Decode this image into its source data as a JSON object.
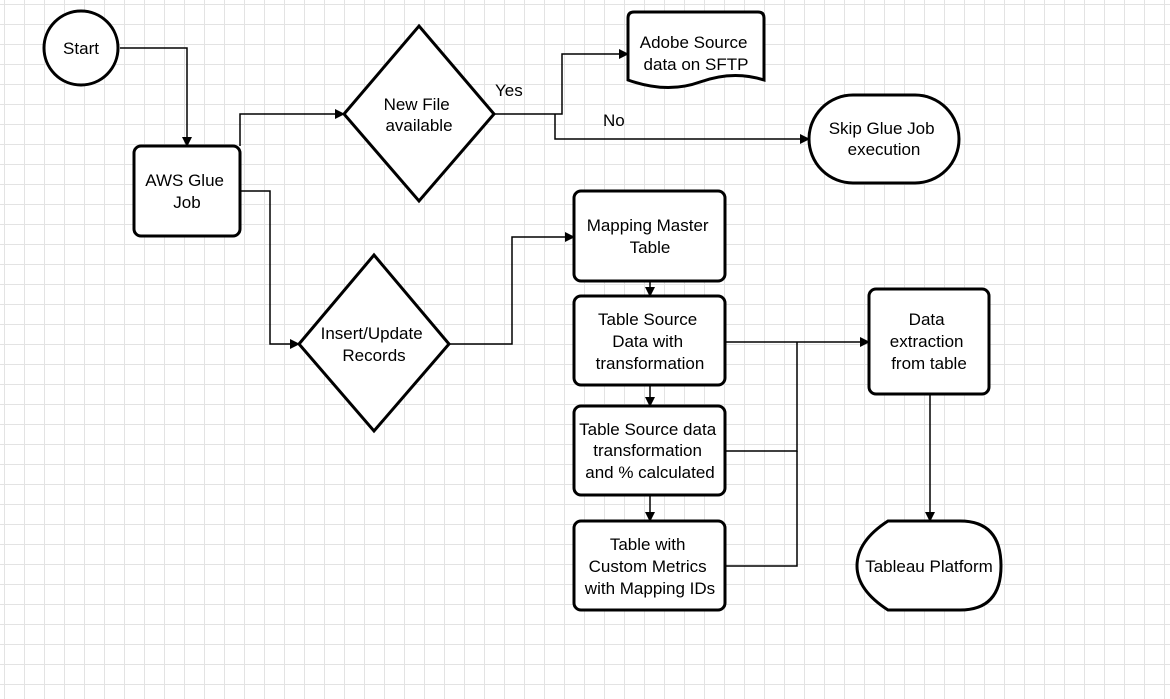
{
  "nodes": {
    "start": "Start",
    "glue_job": [
      "AWS Glue",
      "Job"
    ],
    "new_file": [
      "New File",
      "available"
    ],
    "adobe_source": [
      "Adobe Source",
      "data on SFTP"
    ],
    "skip_glue": [
      "Skip Glue Job",
      "execution"
    ],
    "insert_update": [
      "Insert/Update",
      "Records"
    ],
    "mapping_master": [
      "Mapping Master",
      "Table"
    ],
    "table_source": [
      "Table Source",
      "Data with",
      "transformation"
    ],
    "table_source_pct": [
      "Table Source data",
      "transformation",
      "and % calculated"
    ],
    "custom_metrics": [
      "Table with",
      "Custom Metrics",
      "with Mapping IDs"
    ],
    "data_extraction": [
      "Data",
      "extraction",
      "from table"
    ],
    "tableau": "Tableau Platform"
  },
  "edges": {
    "yes_label": "Yes",
    "no_label": "No"
  },
  "colors": {
    "stroke": "#000000",
    "fill": "#ffffff",
    "grid": "#e3e3e3"
  }
}
